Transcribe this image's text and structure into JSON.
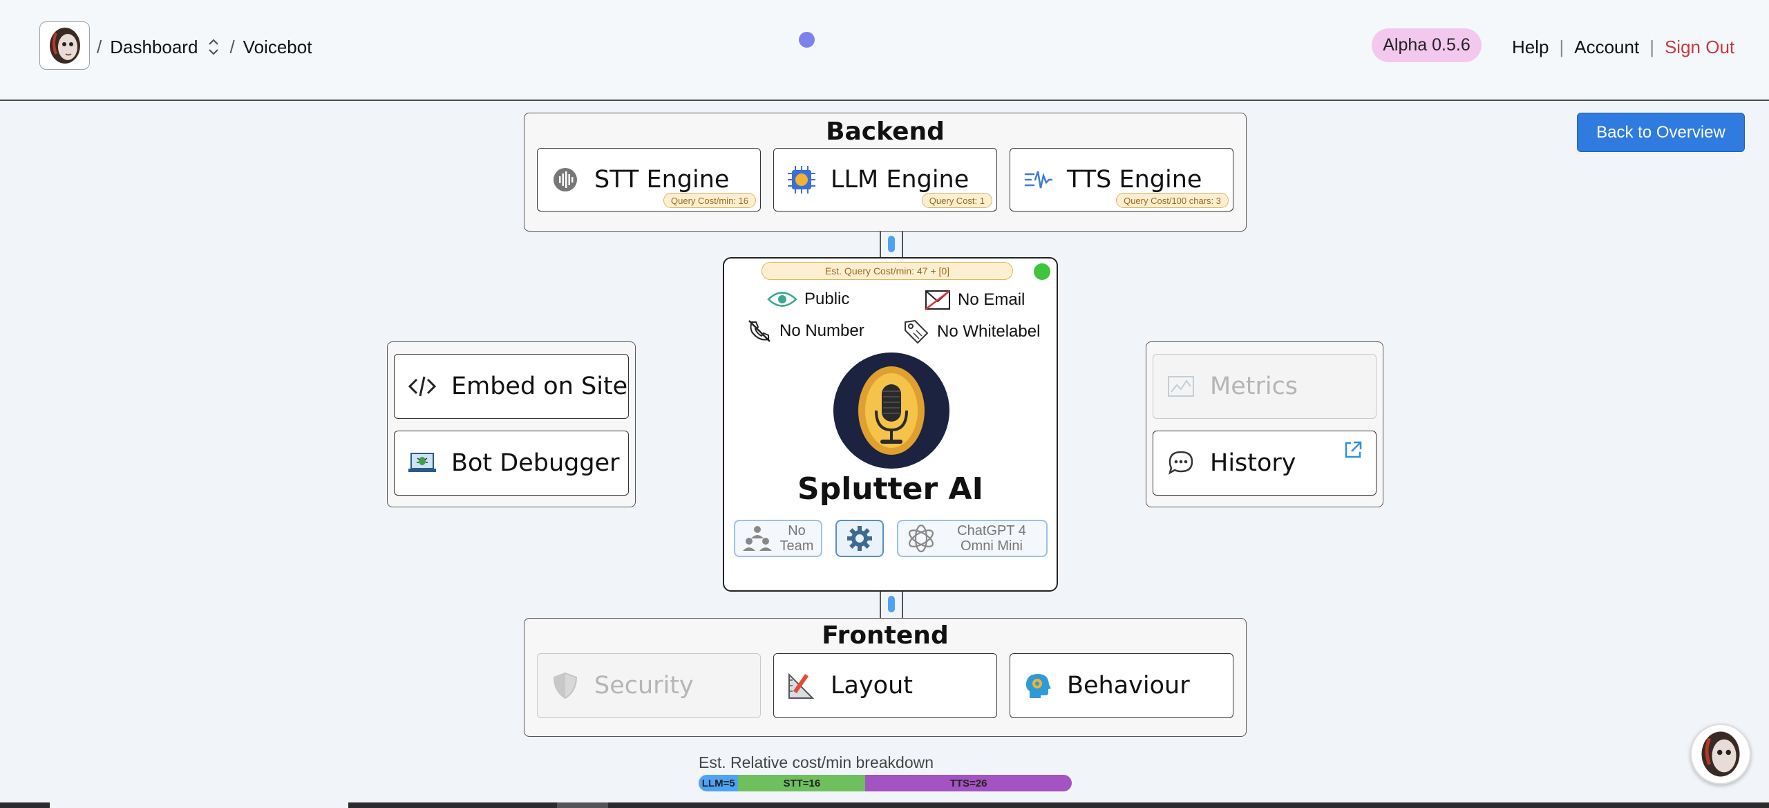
{
  "header": {
    "breadcrumb": [
      "Dashboard",
      "Voicebot"
    ],
    "version": "Alpha 0.5.6",
    "links": {
      "help": "Help",
      "account": "Account",
      "sign_out": "Sign Out"
    }
  },
  "back_button": "Back to Overview",
  "backend": {
    "title": "Backend",
    "cards": [
      {
        "label": "STT Engine",
        "cost": "Query Cost/min: 16",
        "icon": "waveform-icon"
      },
      {
        "label": "LLM Engine",
        "cost": "Query Cost: 1",
        "icon": "chip-icon"
      },
      {
        "label": "TTS Engine",
        "cost": "Query Cost/100 chars: 3",
        "icon": "sound-wave-icon"
      }
    ]
  },
  "frontend": {
    "title": "Frontend",
    "cards": [
      {
        "label": "Security",
        "disabled": true,
        "icon": "shield-icon"
      },
      {
        "label": "Layout",
        "disabled": false,
        "icon": "ruler-pencil-icon"
      },
      {
        "label": "Behaviour",
        "disabled": false,
        "icon": "head-gear-icon"
      }
    ]
  },
  "left_panel": {
    "cards": [
      {
        "label": "Embed on Site",
        "icon": "code-icon"
      },
      {
        "label": "Bot Debugger",
        "icon": "laptop-bug-icon"
      }
    ]
  },
  "right_panel": {
    "cards": [
      {
        "label": "Metrics",
        "disabled": true,
        "icon": "chart-icon"
      },
      {
        "label": "History",
        "disabled": false,
        "icon": "chat-bubble-icon"
      }
    ]
  },
  "bot": {
    "est_cost": "Est. Query Cost/min:  47  +  [0]",
    "flags": {
      "visibility": "Public",
      "email": "No Email",
      "number": "No Number",
      "whitelabel": "No Whitelabel"
    },
    "name": "Splutter AI",
    "team_line1": "No",
    "team_line2": "Team",
    "model_line1": "ChatGPT 4",
    "model_line2": "Omni Mini",
    "status_color": "#3ec43e"
  },
  "cost_breakdown": {
    "title": "Est. Relative cost/min breakdown",
    "segments": [
      {
        "label": "LLM=5",
        "value": 5,
        "color": "#4ea3f5"
      },
      {
        "label": "STT=16",
        "value": 16,
        "color": "#6fbf5f"
      },
      {
        "label": "TTS=26",
        "value": 26,
        "color": "#a453c2"
      }
    ]
  },
  "colors": {
    "accent": "#2f7be0",
    "version_badge": "#f3c8ee",
    "sign_out": "#c33a3a",
    "connector_pill": "#4ea3f5"
  }
}
